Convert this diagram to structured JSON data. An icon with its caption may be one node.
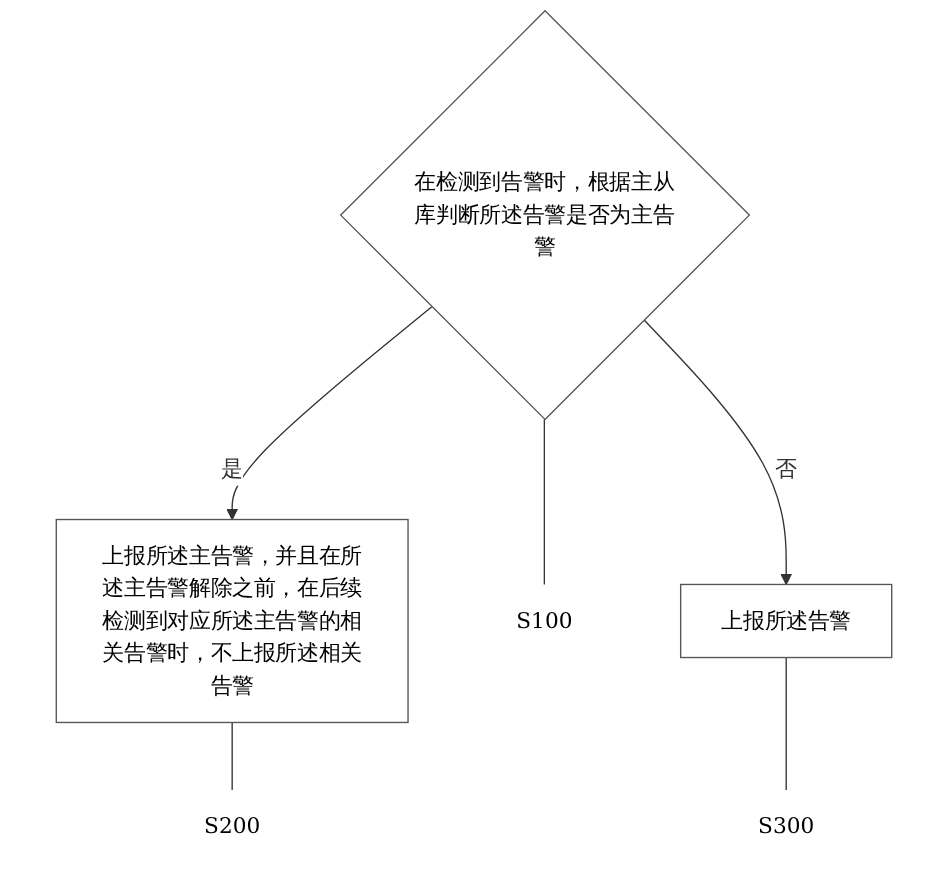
{
  "diagram": {
    "nodes": [
      {
        "text": [
          "在检测到告警时，根据主从库判断所述告警是否为主告警"
        ]
      },
      {
        "text": [
          "S100"
        ]
      },
      {
        "text": [
          "上报所述主告警，并且在所述主告警解除之前，在后续检测到对应所述主告警的相关告警时，不上报所述相关告警"
        ]
      },
      {
        "text": [
          "S200"
        ]
      },
      {
        "text": [
          "上报所述告警"
        ]
      },
      {
        "text": [
          "S300"
        ]
      }
    ],
    "edges": [
      {
        "from": 0,
        "to": 2,
        "arrow": "to",
        "label": "是"
      },
      {
        "from": 0,
        "to": 4,
        "arrow": "to",
        "label": "否"
      },
      {
        "from": 1,
        "to": 0,
        "arrow": "none"
      },
      {
        "from": 3,
        "to": 2,
        "arrow": "none"
      },
      {
        "from": 5,
        "to": 4,
        "arrow": "none"
      }
    ]
  }
}
